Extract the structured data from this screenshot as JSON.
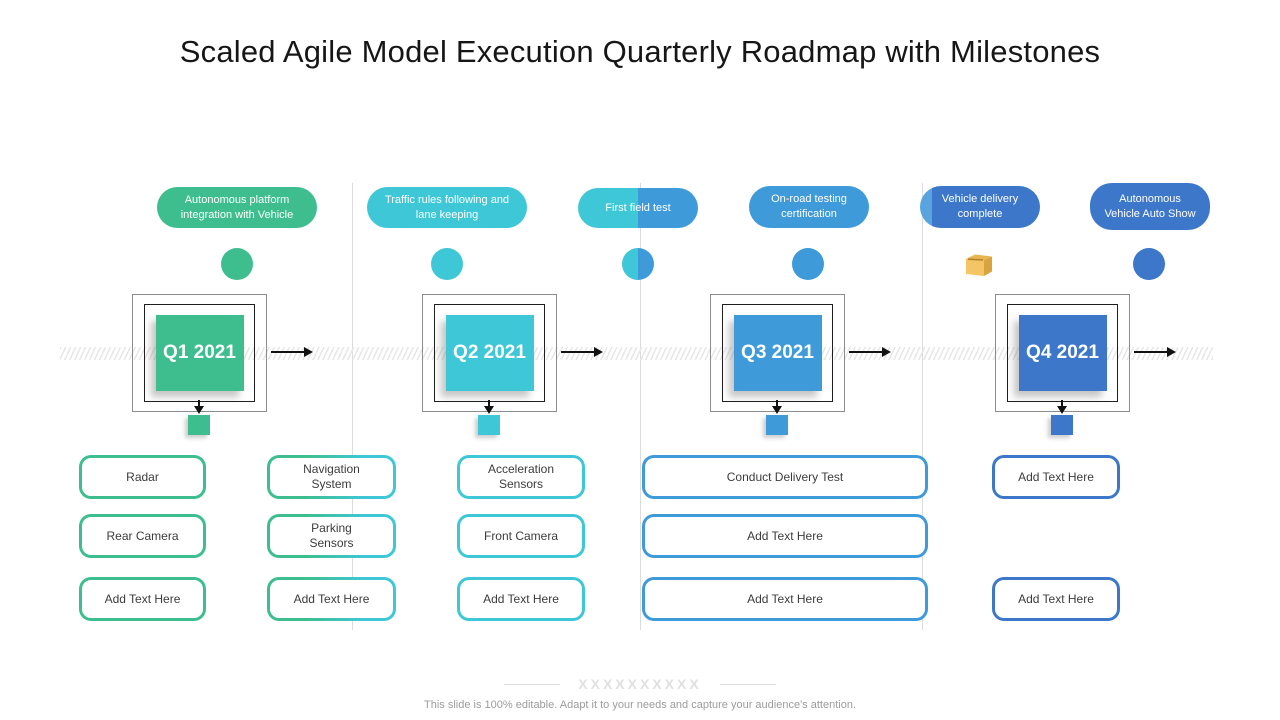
{
  "title": "Scaled Agile Model Execution Quarterly Roadmap with Milestones",
  "milestones": [
    {
      "label": "Autonomous platform integration with Vehicle",
      "color": "#3ebe8e",
      "marker": "circle"
    },
    {
      "label": "Traffic rules following and lane keeping",
      "color": "#3ec7d6",
      "marker": "circle"
    },
    {
      "label": "First field test",
      "color": "#3ec7d6/#3e9ad9 split",
      "marker": "circle"
    },
    {
      "label": "On-road testing certification",
      "color": "#3e9ad9",
      "marker": "circle"
    },
    {
      "label": "Vehicle delivery complete",
      "color": "#3d77ca",
      "marker": "package-icon"
    },
    {
      "label": "Autonomous Vehicle Auto Show",
      "color": "#3d77ca",
      "marker": "circle"
    }
  ],
  "quarters": [
    {
      "label": "Q1 2021",
      "color": "#3ebe8e"
    },
    {
      "label": "Q2 2021",
      "color": "#3ec7d6"
    },
    {
      "label": "Q3 2021",
      "color": "#3e9ad9"
    },
    {
      "label": "Q4 2021",
      "color": "#3d77ca"
    }
  ],
  "tasks": {
    "columns": [
      {
        "quarter": "Q1 2021",
        "accent": "#3ebe8e",
        "items": [
          "Radar",
          "Rear Camera",
          "Add Text Here"
        ]
      },
      {
        "quarter": "Q1/Q2 2021",
        "accent": "#3ebe8e-#3ec7d6 gradient",
        "items": [
          "Navigation System",
          "Parking Sensors",
          "Add Text Here"
        ]
      },
      {
        "quarter": "Q2 2021",
        "accent": "#3ec7d6",
        "items": [
          "Acceleration Sensors",
          "Front Camera",
          "Add Text Here"
        ]
      },
      {
        "quarter": "Q3 2021",
        "accent": "#3e9ad9",
        "items": [
          "Conduct Delivery Test",
          "Add Text Here",
          "Add Text Here"
        ]
      },
      {
        "quarter": "Q4 2021",
        "accent": "#3d77ca",
        "items": [
          "Add Text Here",
          "Add Text Here"
        ]
      }
    ]
  },
  "footer": {
    "watermark": "XXXXXXXXXX",
    "note": "This slide is 100% editable. Adapt it to your needs and capture your audience's attention."
  }
}
